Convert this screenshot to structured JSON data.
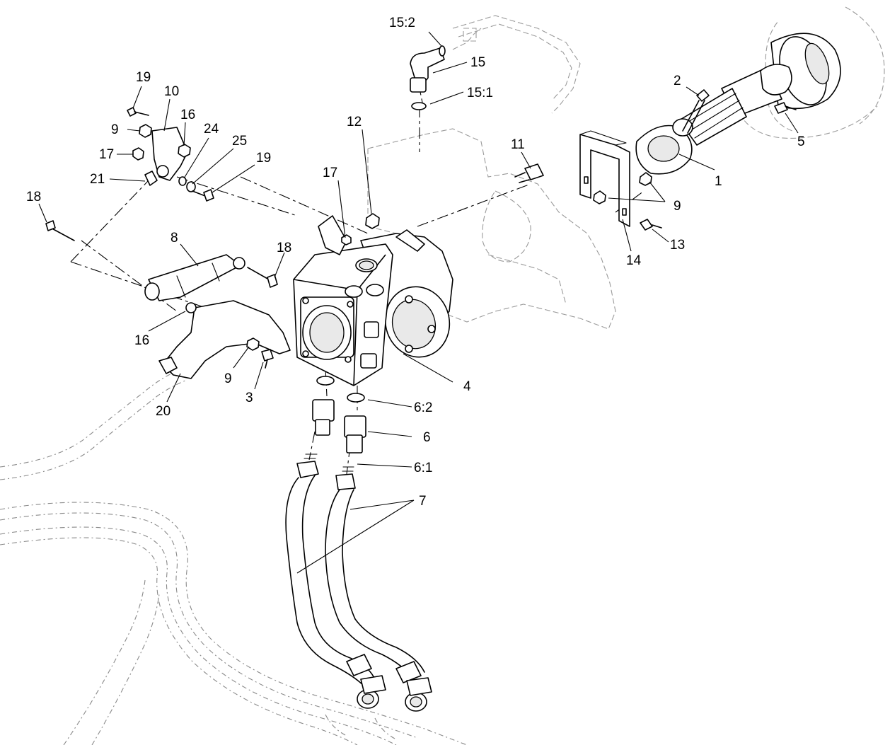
{
  "diagram": {
    "callouts": [
      "15:2",
      "15",
      "15:1",
      "2",
      "5",
      "1",
      "9",
      "19",
      "10",
      "16",
      "24",
      "25",
      "19",
      "9",
      "17",
      "21",
      "18",
      "12",
      "17",
      "11",
      "14",
      "13",
      "8",
      "18",
      "16",
      "9",
      "3",
      "20",
      "4",
      "6:2",
      "6",
      "6:1",
      "7"
    ]
  }
}
